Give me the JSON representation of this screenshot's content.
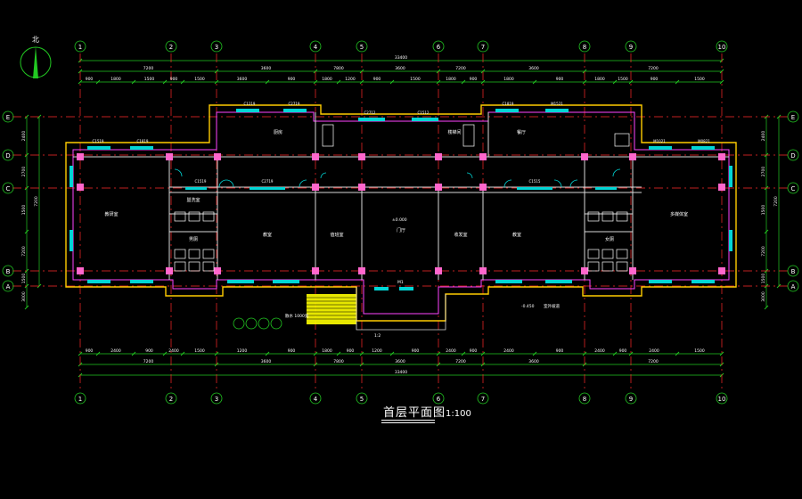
{
  "drawing": {
    "title": "首层平面图",
    "scale": "1:100",
    "north_label": "北",
    "colors": {
      "background": "#000000",
      "grid_axis": "#ffffff",
      "axis_line": "#ff2a2a",
      "dimension": "#22c922",
      "wall": "#d9d9d9",
      "wall_outer": "#ffcc00",
      "wall_inner": "#ff44ff",
      "window": "#00d6d6",
      "column": "#ff66cc",
      "stair": "#ffff00",
      "text": "#ffffff"
    }
  },
  "axes_top": [
    "1",
    "2",
    "3",
    "4",
    "5",
    "6",
    "7",
    "8",
    "9",
    "10"
  ],
  "axes_bottom": [
    "1",
    "2",
    "3",
    "4",
    "5",
    "6",
    "7",
    "8",
    "9",
    "10"
  ],
  "axes_left": [
    "E",
    "D",
    "C",
    "B",
    "A"
  ],
  "axes_right": [
    "E",
    "D",
    "C",
    "B",
    "A"
  ],
  "dimensions_top": {
    "overall": "33400",
    "row2": [
      "7200",
      "3600",
      "7800",
      "3600",
      "7200",
      "3600",
      "7200"
    ],
    "row3": [
      "900",
      "1800",
      "1500",
      "900",
      "1500",
      "3600",
      "900",
      "1800",
      "1200",
      "900",
      "1500",
      "1800",
      "900",
      "1800"
    ]
  },
  "dimensions_bottom": {
    "overall": "33400",
    "row2": [
      "7200",
      "3600",
      "7800",
      "3600",
      "7200",
      "3600",
      "7200"
    ],
    "row3": [
      "900",
      "2400",
      "900",
      "2400",
      "1500",
      "1200",
      "900",
      "1800",
      "900",
      "1200",
      "900",
      "2400",
      "900",
      "2400"
    ]
  },
  "dimensions_left": [
    "2400",
    "2700",
    "1500",
    "7200",
    "1500",
    "3000"
  ],
  "dimensions_right": [
    "2400",
    "2700",
    "1500",
    "7200",
    "1500",
    "3000"
  ],
  "rooms": [
    {
      "label": "教研室"
    },
    {
      "label": "教室"
    },
    {
      "label": "值班室"
    },
    {
      "label": "门厅"
    },
    {
      "label": "收发室"
    },
    {
      "label": "教室"
    },
    {
      "label": "多媒体室"
    },
    {
      "label": "厨房"
    },
    {
      "label": "餐厅"
    },
    {
      "label": "盥洗室"
    },
    {
      "label": "男厕"
    },
    {
      "label": "女厕"
    },
    {
      "label": "楼梯间"
    }
  ],
  "windows": [
    "C1519",
    "C1819",
    "C1219",
    "C2719",
    "C2712",
    "C1512",
    "C1819",
    "M1521",
    "M1021",
    "M0821",
    "C1519",
    "C2719",
    "C1515"
  ],
  "annotations": {
    "elevation_hall": "±0.000",
    "elevation_outdoor": "-0.450",
    "ramp": "室外坡道",
    "entrance": "M1",
    "stair_note": "散水 1000宽",
    "grid_step": "1:2"
  }
}
